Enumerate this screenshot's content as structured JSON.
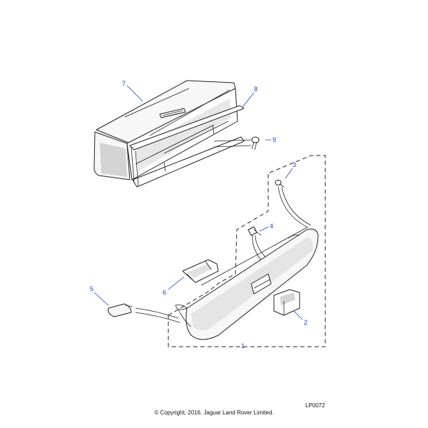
{
  "diagram": {
    "callouts": [
      {
        "id": "7",
        "label": "7"
      },
      {
        "id": "8",
        "label": "8"
      },
      {
        "id": "9",
        "label": "9"
      },
      {
        "id": "3",
        "label": "3"
      },
      {
        "id": "4",
        "label": "4"
      },
      {
        "id": "5",
        "label": "5"
      },
      {
        "id": "6",
        "label": "6"
      },
      {
        "id": "2",
        "label": "2"
      },
      {
        "id": "1",
        "label": "1"
      }
    ],
    "colors": {
      "callout": "#1a3fd6",
      "line": "#222222"
    }
  },
  "footer": {
    "ref_code": "LP0072",
    "copyright": "© Copyright, 2016. Jaguar Land Rover Limited."
  }
}
